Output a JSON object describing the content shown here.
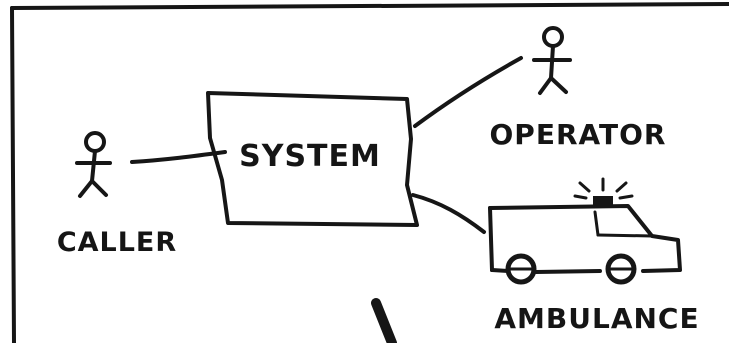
{
  "diagram": {
    "system_label": "SYSTEM",
    "actors": [
      {
        "label": "CALLER"
      },
      {
        "label": "OPERATOR"
      }
    ],
    "ambulance_label": "AMBULANCE"
  }
}
